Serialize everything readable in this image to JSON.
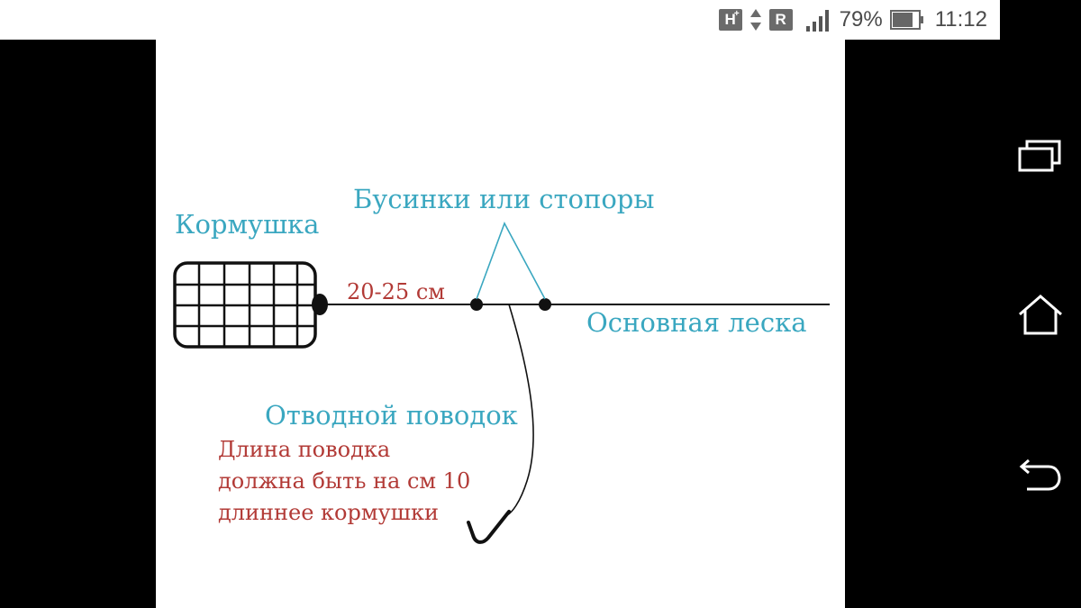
{
  "status_bar": {
    "network_type": "H",
    "network_plus": "+",
    "roaming": "R",
    "battery_percent": "79%",
    "battery_level": 0.79,
    "time": "11:12",
    "icons": [
      "hplus-network-icon",
      "data-arrows-icon",
      "roaming-icon",
      "signal-bars-icon",
      "battery-icon"
    ]
  },
  "diagram": {
    "feeder_label": "Кормушка",
    "beads_label": "Бусинки или стопоры",
    "distance_label": "20-25 см",
    "main_line_label": "Основная леска",
    "leader_label": "Отводной поводок",
    "note_lines": [
      "Длина поводка",
      "должна быть на см 10",
      "длиннее кормушки"
    ],
    "colors": {
      "label_cyan": "#3aa7c0",
      "note_red": "#b23a36",
      "line": "#111111"
    }
  },
  "nav_bar": {
    "buttons": [
      "recent-apps-icon",
      "home-icon",
      "back-icon"
    ]
  }
}
